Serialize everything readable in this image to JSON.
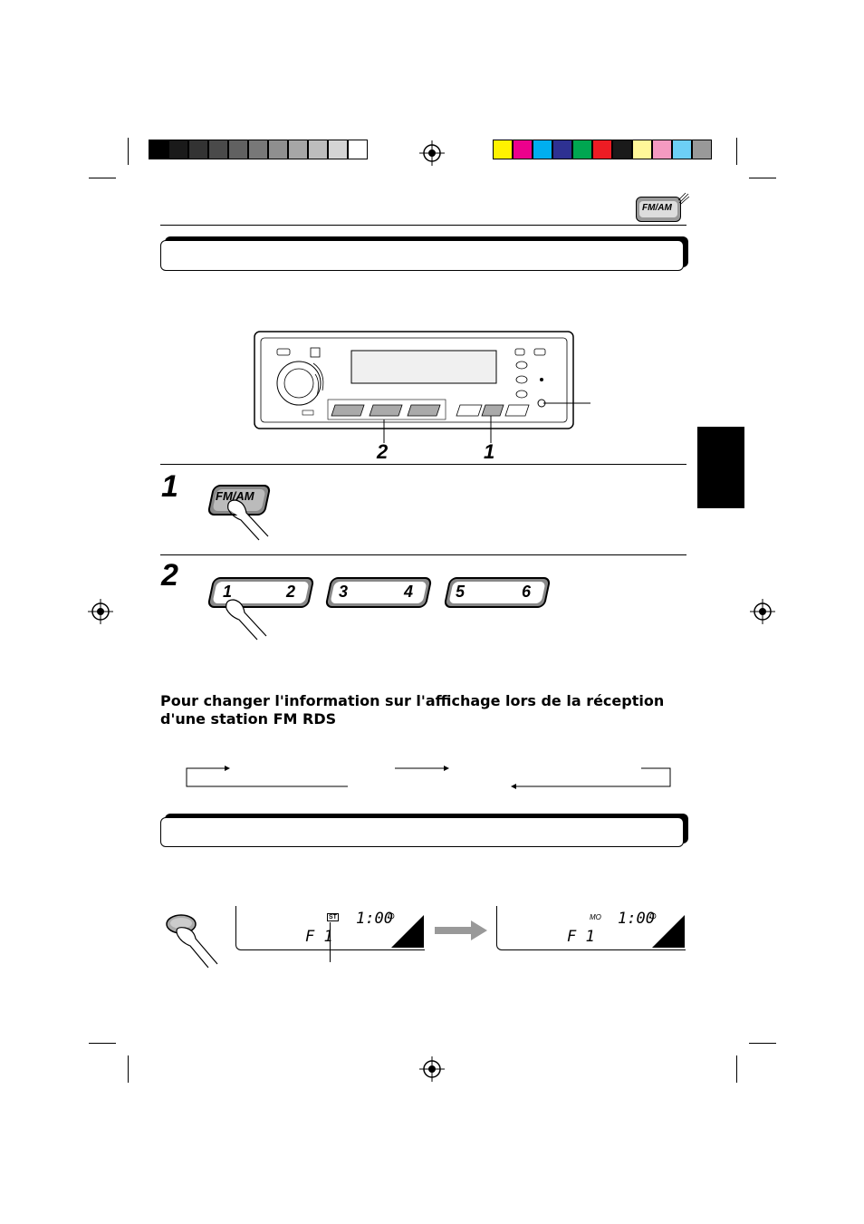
{
  "color_bar_grays": [
    "#000000",
    "#1a1a1a",
    "#333333",
    "#4a4a4a",
    "#616161",
    "#787878",
    "#8f8f8f",
    "#a6a6a6",
    "#bdbdbd",
    "#d4d4d4",
    "#ffffff"
  ],
  "color_bar_colors": [
    "#fff200",
    "#ec008c",
    "#00aeef",
    "#2e3192",
    "#00a651",
    "#ed1c24",
    "#1a1a1a",
    "#fff799",
    "#f49ac1",
    "#6dcff6",
    "#999999"
  ],
  "header_icon": {
    "label": "FM/AM"
  },
  "unit_diagram": {
    "callout_left": "2",
    "callout_right": "1"
  },
  "step1": {
    "number": "1",
    "button_label": "FM/AM"
  },
  "step2": {
    "number": "2",
    "buttons": [
      {
        "left": "1",
        "right": "2"
      },
      {
        "left": "3",
        "right": "4"
      },
      {
        "left": "5",
        "right": "6"
      }
    ]
  },
  "rds_heading": "Pour changer l'information sur l'affichage lors de la réception d'une station FM RDS",
  "display_before": {
    "band": "F 1",
    "indicator": "ST",
    "clock": "1:00"
  },
  "display_after": {
    "band": "F 1",
    "indicator": "MO",
    "clock": "1:00"
  }
}
